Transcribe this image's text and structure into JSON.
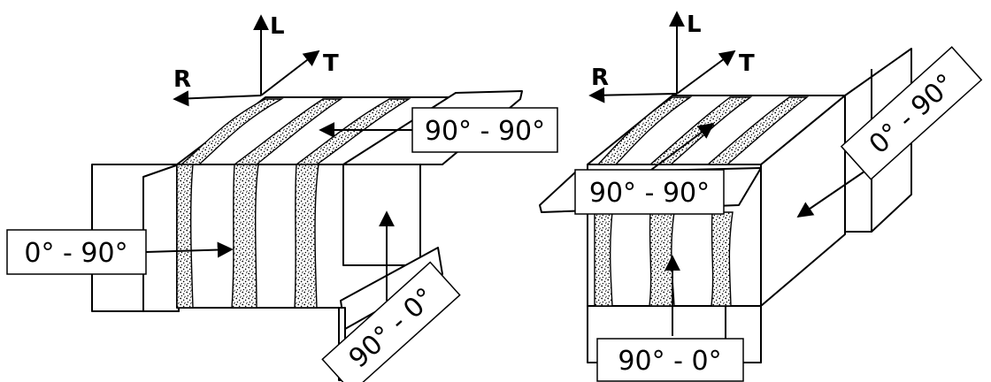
{
  "axes": {
    "left": {
      "longitudinal": "L",
      "transverse": "T",
      "radial": "R"
    },
    "right": {
      "longitudinal": "L",
      "transverse": "T",
      "radial": "R"
    }
  },
  "labels": {
    "left_top": "90° - 90°",
    "left_side": "0° - 90°",
    "left_flap": "90° - 0°",
    "right_top": "90° - 90°",
    "right_side": "0° - 90°",
    "right_bottom": "90° - 0°"
  }
}
